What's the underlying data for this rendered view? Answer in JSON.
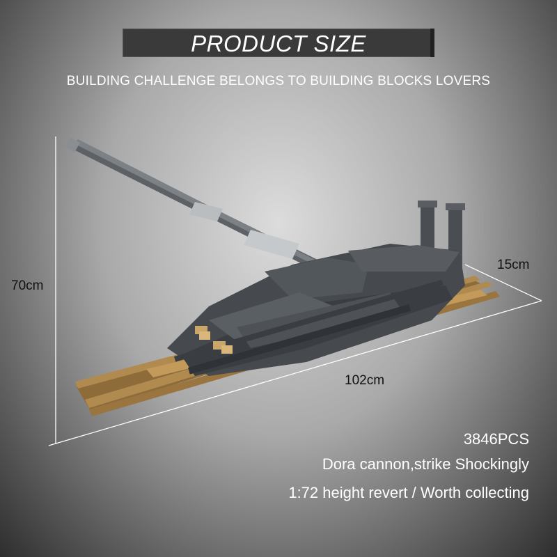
{
  "header": {
    "title": "PRODUCT SIZE",
    "subtitle": "BUILDING CHALLENGE BELONGS TO BUILDING BLOCKS LOVERS"
  },
  "dimensions": {
    "height": "70cm",
    "width": "15cm",
    "length": "102cm"
  },
  "info": {
    "pieces": "3846PCS",
    "tagline": "Dora cannon,strike Shockingly",
    "scale": "1:72 height revert / Worth collecting"
  },
  "colors": {
    "title_bar": "#3a3a3a",
    "text_light": "#ffffff",
    "text_dark": "#111111",
    "model_gray": "#4a4e52",
    "rail_tan": "#b08a4e"
  }
}
